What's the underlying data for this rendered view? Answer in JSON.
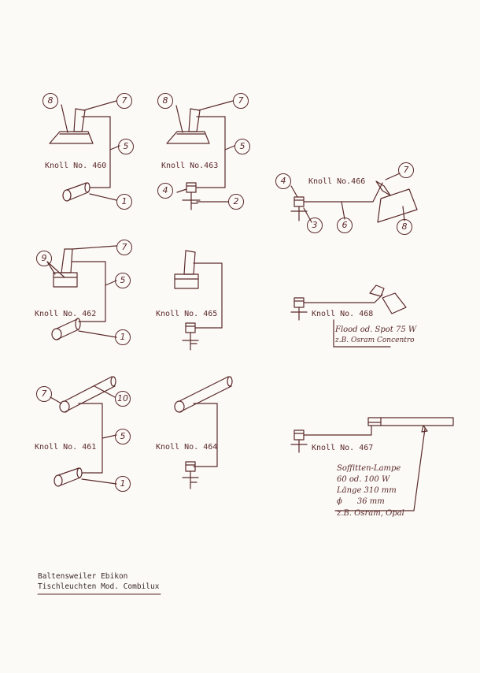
{
  "lamps": [
    {
      "id": "460",
      "label": "Knoll No. 460"
    },
    {
      "id": "463",
      "label": "Knoll No.463"
    },
    {
      "id": "466",
      "label": "Knoll No.466"
    },
    {
      "id": "462",
      "label": "Knoll No. 462"
    },
    {
      "id": "465",
      "label": "Knoll No. 465"
    },
    {
      "id": "468",
      "label": "Knoll No. 468"
    },
    {
      "id": "461",
      "label": "Knoll No. 461"
    },
    {
      "id": "464",
      "label": "Knoll No. 464"
    },
    {
      "id": "467",
      "label": "Knoll No. 467"
    }
  ],
  "callouts": [
    "8",
    "7",
    "5",
    "1",
    "8",
    "7",
    "5",
    "4",
    "2",
    "4",
    "3",
    "6",
    "7",
    "8",
    "9",
    "7",
    "5",
    "1",
    "7",
    "10",
    "5",
    "1"
  ],
  "notes": {
    "flood": {
      "line1": "Flood od. Spot 75 W",
      "line2": "z.B. Osram Concentro"
    },
    "soffit": {
      "line1": "Soffitten-Lampe",
      "line2": "60 od. 100 W",
      "line3": "Länge  310 mm",
      "line4": "ϕ      36 mm",
      "line5": "z.B. Osram, Opal"
    }
  },
  "footer": {
    "line1": "Baltensweiler Ebikon",
    "line2": "Tischleuchten Mod. Combilux"
  },
  "colors": {
    "ink": "#5a2a2a",
    "paper": "#fcfaf7"
  }
}
